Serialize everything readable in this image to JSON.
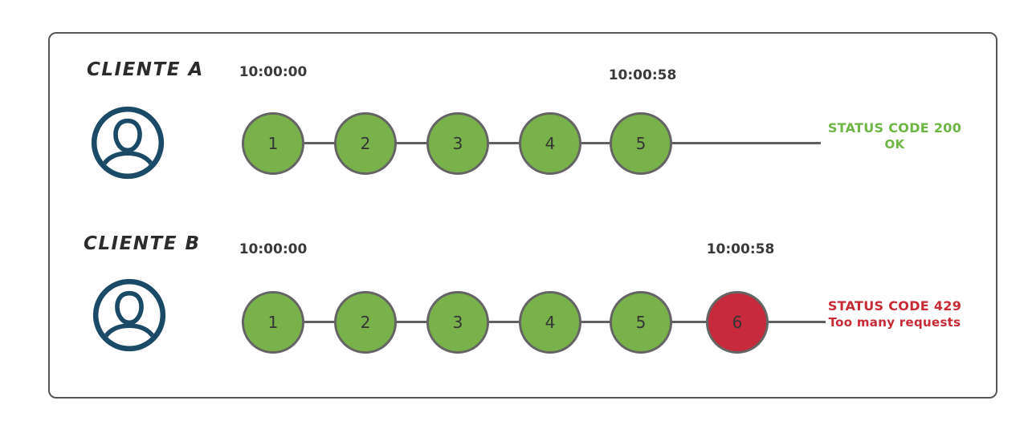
{
  "colors": {
    "green_fill": "#79B24A",
    "red_fill": "#C62A3C",
    "circle_border": "#646464",
    "line": "#606060",
    "green_text": "#6EB544",
    "red_text": "#C62A35",
    "avatar_blue": "#1B4A66",
    "frame_border": "#565656",
    "text_dark": "#3A3A3A"
  },
  "rows": [
    {
      "client_label": "CLIENTE A",
      "start_time": "10:00:00",
      "end_time": "10:00:58",
      "requests": [
        {
          "label": "1",
          "status": "ok"
        },
        {
          "label": "2",
          "status": "ok"
        },
        {
          "label": "3",
          "status": "ok"
        },
        {
          "label": "4",
          "status": "ok"
        },
        {
          "label": "5",
          "status": "ok"
        }
      ],
      "status": {
        "line1": "STATUS CODE 200",
        "line2": "OK"
      }
    },
    {
      "client_label": "CLIENTE B",
      "start_time": "10:00:00",
      "end_time": "10:00:58",
      "requests": [
        {
          "label": "1",
          "status": "ok"
        },
        {
          "label": "2",
          "status": "ok"
        },
        {
          "label": "3",
          "status": "ok"
        },
        {
          "label": "4",
          "status": "ok"
        },
        {
          "label": "5",
          "status": "ok"
        },
        {
          "label": "6",
          "status": "error"
        }
      ],
      "status": {
        "line1": "STATUS CODE 429",
        "line2": "Too many requests"
      }
    }
  ]
}
